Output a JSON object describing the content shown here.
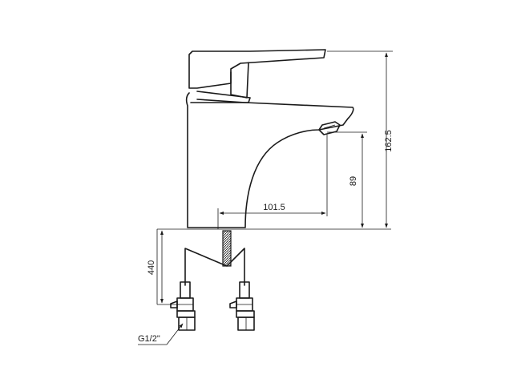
{
  "dimensions": {
    "total_height": "162.5",
    "spout_height": "89",
    "spout_reach": "101.5",
    "hose_length": "440",
    "connection_thread": "G1/2\""
  }
}
